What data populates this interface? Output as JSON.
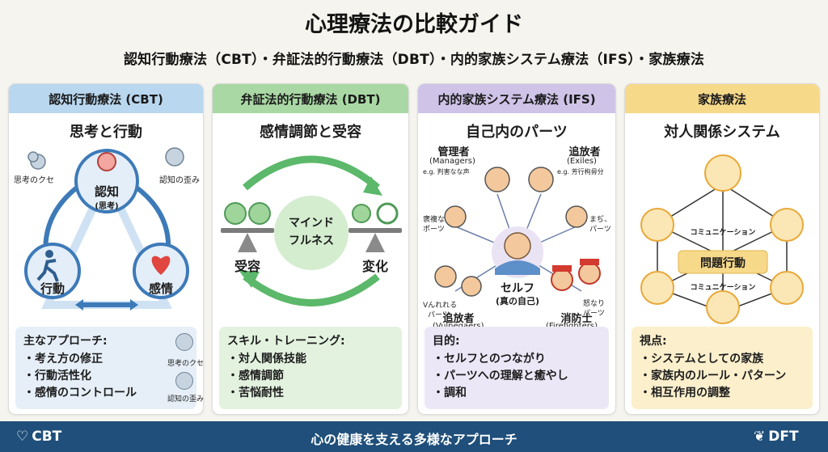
{
  "title": "心理療法の比較ガイド",
  "subtitle": "認知行動療法（CBT）・弁証法的行動療法（DBT）・内的家族システム療法（IFS）・家族療法",
  "colors": {
    "cbt": "#b9d7ef",
    "dbt": "#a9d8a4",
    "ifs": "#cfc3e8",
    "family": "#f7d98a",
    "footer": "#1f4f7a"
  },
  "cbt": {
    "header": "認知行動療法 (CBT)",
    "heading": "思考と行動",
    "node_cognition": "認知",
    "node_cognition_sub": "(思考)",
    "node_behavior": "行動",
    "node_emotion": "感情",
    "tag_habit": "思考のクセ",
    "tag_distortion": "認知の歪み",
    "panel_title": "主なアプローチ:",
    "items": [
      "・考え方の修正",
      "・行動活性化",
      "・感情のコントロール"
    ],
    "panel_tag_habit": "思考のクセ",
    "panel_tag_distortion": "認知の歪み"
  },
  "dbt": {
    "header": "弁証法的行動療法 (DBT)",
    "heading": "感情調節と受容",
    "center_line1": "マインド",
    "center_line2": "フルネス",
    "left_label": "受容",
    "right_label": "変化",
    "panel_title": "スキル・トレーニング:",
    "items": [
      "・対人関係技能",
      "・感情調節",
      "・苦悩耐性"
    ]
  },
  "ifs": {
    "header": "内的家族システム療法 (IFS)",
    "heading": "自己内のパーツ",
    "managers": "管理者",
    "managers_en": "(Managers)",
    "managers_eg": "e.g. 判害なな声",
    "exiles": "追放者",
    "exiles_en": "(Exiles)",
    "exiles_eg": "e.g. 芳行枸毋分",
    "left_small": "褒複な",
    "left_small2": "ポーツ",
    "right_small": "まぢ、",
    "right_small2": "パーツ",
    "self": "セルフ",
    "self_sub": "(真の自己)",
    "v_small": "Vんれれる",
    "v_small2": "パーツ",
    "f_small": "怒なり",
    "f_small2": "パーツ",
    "vulnerable": "追放者",
    "vulnerable_en": "(Vulnegaers)",
    "firefighters": "消防士",
    "firefighters_en": "(Firefighters)",
    "panel_title": "目的:",
    "items": [
      "・セルフとのつながり",
      "・パーツへの理解と癒やし",
      "・調和"
    ]
  },
  "family": {
    "header": "家族療法",
    "heading": "対人関係システム",
    "comm_top": "コミュニケーション",
    "problem": "問題行動",
    "comm_bottom": "コミュニケーション",
    "panel_title": "視点:",
    "items": [
      "・システムとしての家族",
      "・家族内のルール・パターン",
      "・相互作用の調整"
    ]
  },
  "footer": {
    "text": "心の健康を支える多様なアプローチ",
    "logo_left": "CBT",
    "logo_right": "DFT"
  }
}
